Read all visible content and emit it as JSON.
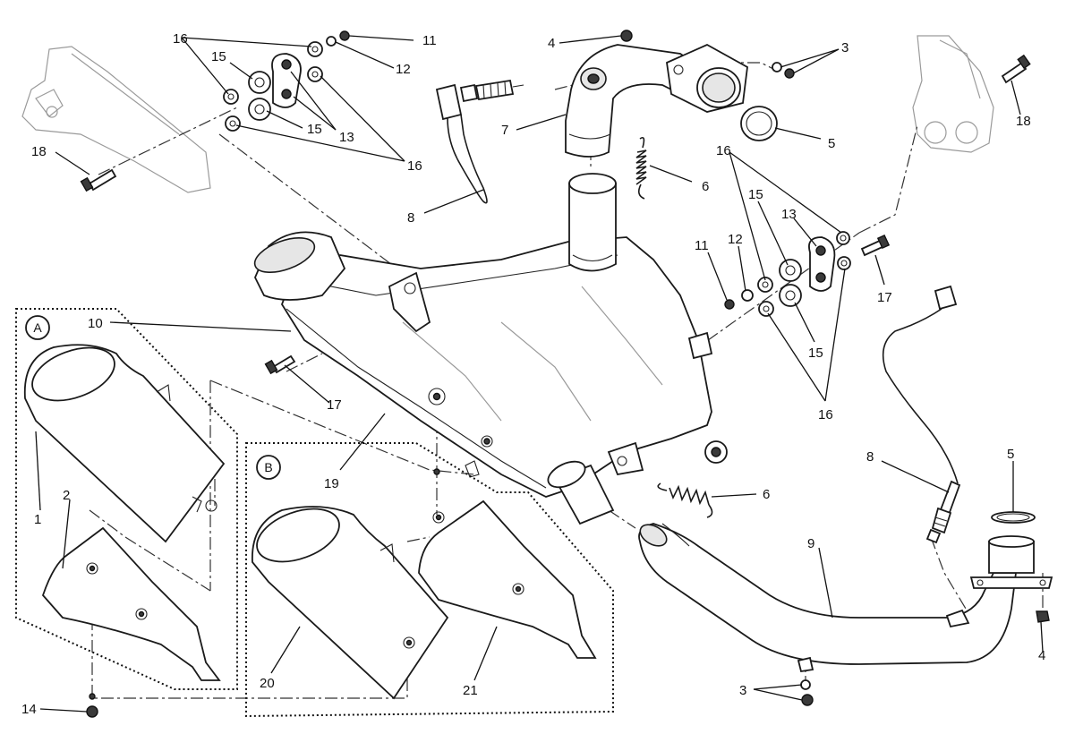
{
  "diagram": {
    "title": "Exhaust system exploded view",
    "group_labels": {
      "a": "A",
      "b": "B"
    },
    "callouts": {
      "c1": "1",
      "c2": "2",
      "c3a": "3",
      "c3b": "3",
      "c4a": "4",
      "c4b": "4",
      "c5a": "5",
      "c5b": "5",
      "c6a": "6",
      "c6b": "6",
      "c7": "7",
      "c8a": "8",
      "c8b": "8",
      "c9": "9",
      "c10": "10",
      "c11a": "11",
      "c11b": "11",
      "c12a": "12",
      "c12b": "12",
      "c13a": "13",
      "c13b": "13",
      "c14": "14",
      "c15a": "15",
      "c15b": "15",
      "c15c": "15",
      "c15d": "15",
      "c16a": "16",
      "c16b": "16",
      "c16c": "16",
      "c16d": "16",
      "c17a": "17",
      "c17b": "17",
      "c18a": "18",
      "c18b": "18",
      "c19": "19",
      "c20": "20",
      "c21": "21"
    }
  }
}
